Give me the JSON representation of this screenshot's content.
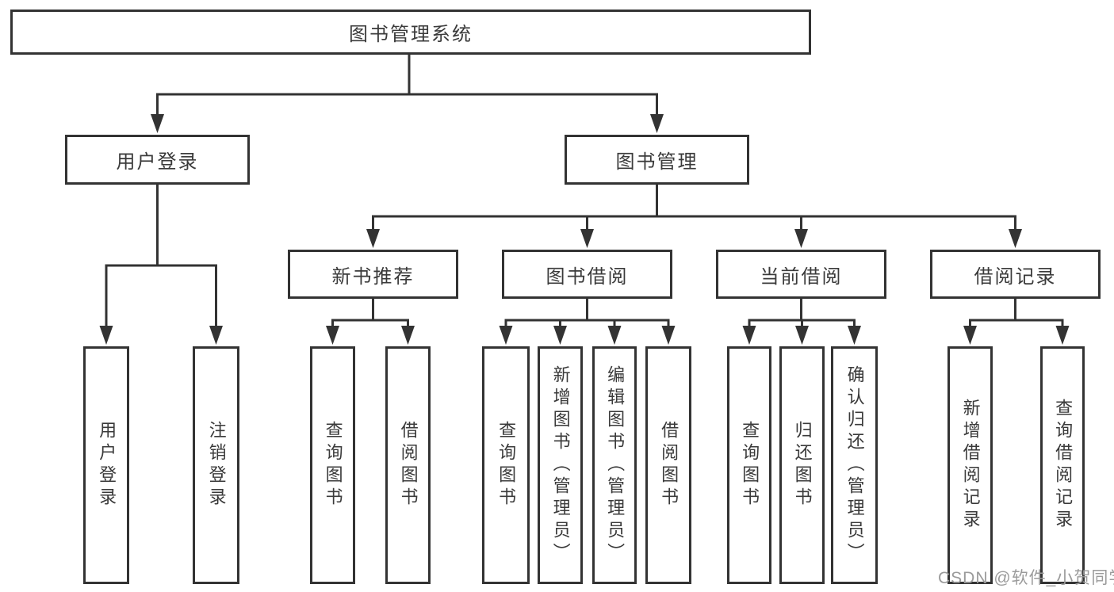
{
  "diagram": {
    "root": {
      "label": "图书管理系统"
    },
    "branches": [
      {
        "label": "用户登录",
        "leaves": [
          {
            "label": "用户登录"
          },
          {
            "label": "注销登录"
          }
        ]
      },
      {
        "label": "图书管理",
        "groups": [
          {
            "label": "新书推荐",
            "leaves": [
              {
                "label": "查询图书"
              },
              {
                "label": "借阅图书"
              }
            ]
          },
          {
            "label": "图书借阅",
            "leaves": [
              {
                "label": "查询图书"
              },
              {
                "label": "新增图书（管理员）"
              },
              {
                "label": "编辑图书（管理员）"
              },
              {
                "label": "借阅图书"
              }
            ]
          },
          {
            "label": "当前借阅",
            "leaves": [
              {
                "label": "查询图书"
              },
              {
                "label": "归还图书"
              },
              {
                "label": "确认归还（管理员）"
              }
            ]
          },
          {
            "label": "借阅记录",
            "leaves": [
              {
                "label": "新增借阅记录"
              },
              {
                "label": "查询借阅记录"
              }
            ]
          }
        ]
      }
    ]
  },
  "watermark": {
    "text": "CSDN @软件_小贺同学"
  },
  "colors": {
    "line": "#333333",
    "border": "#333333",
    "text": "#3a3a3a",
    "background": "#ffffff",
    "watermark": "#9b9b9b"
  }
}
